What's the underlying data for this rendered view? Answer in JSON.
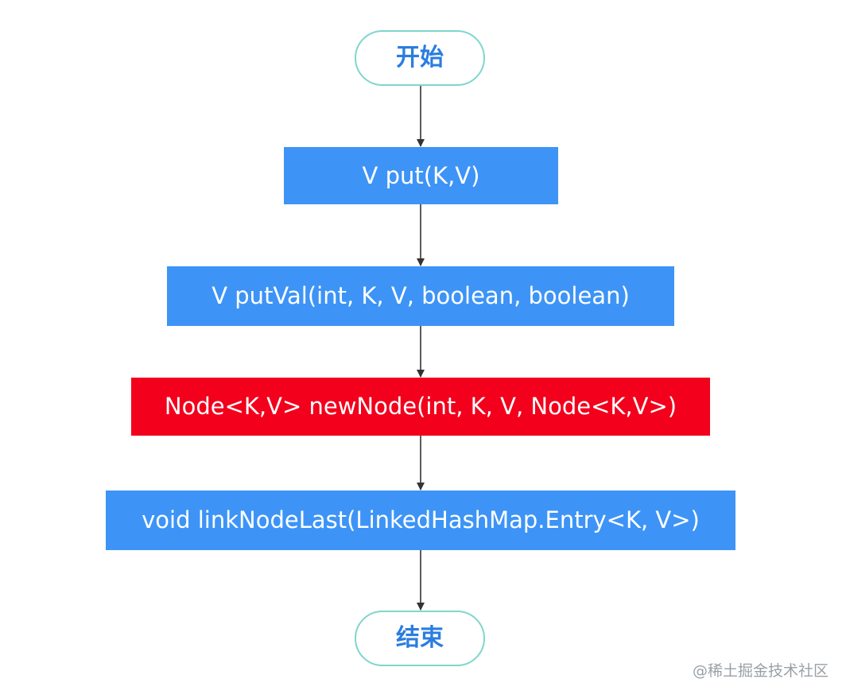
{
  "nodes": {
    "start": "开始",
    "put": "V put(K,V)",
    "putval": "V putVal(int, K, V, boolean, boolean)",
    "newnode": "Node<K,V> newNode(int, K, V, Node<K,V>)",
    "linklast": "void linkNodeLast(LinkedHashMap.Entry<K, V>)",
    "end": "结束"
  },
  "watermark": "@稀土掘金技术社区",
  "colors": {
    "process": "#3d94f6",
    "highlight": "#f2001c",
    "terminal_border": "#7fd6cc",
    "terminal_text": "#2b7de0",
    "arrow": "#333333"
  }
}
